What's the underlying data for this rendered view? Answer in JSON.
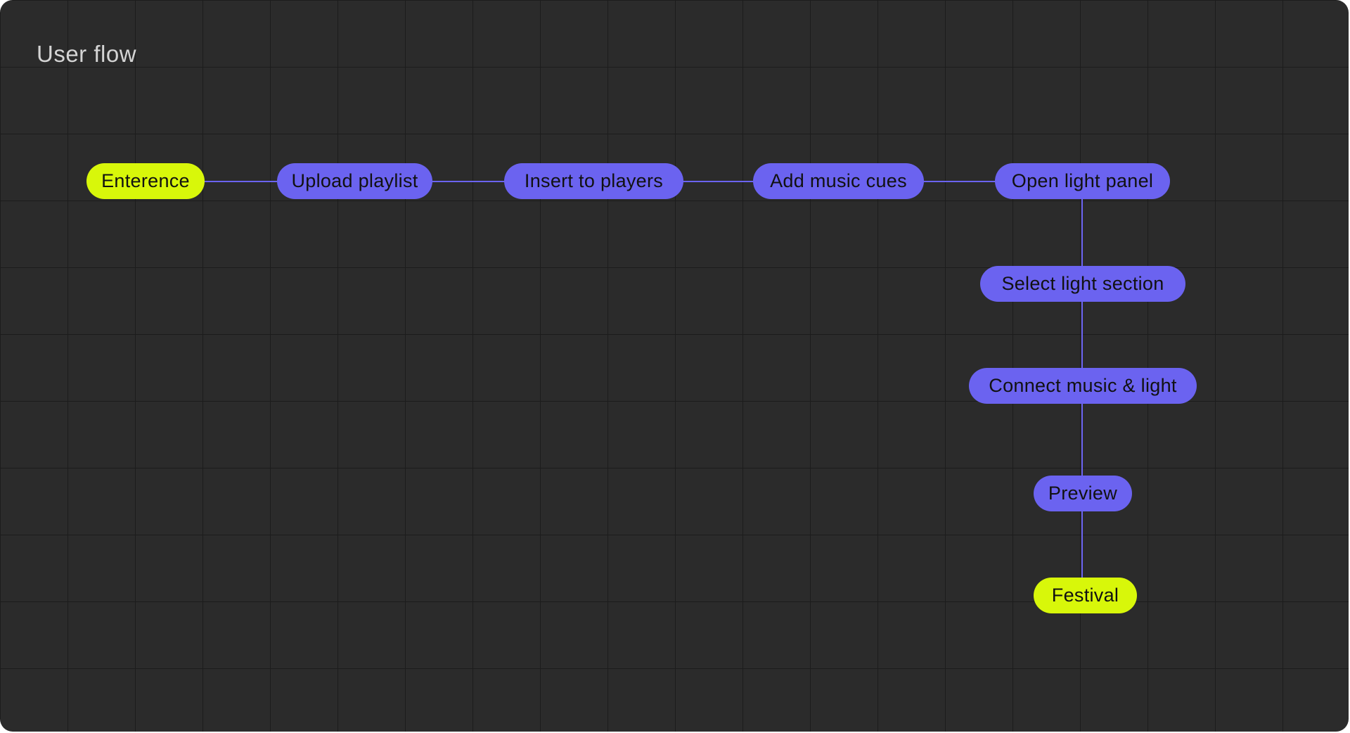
{
  "diagram": {
    "title": "User flow",
    "colors": {
      "background": "#2b2b2b",
      "grid": "#1c1c1c",
      "step_node": "#6b63f0",
      "terminal_node": "#d8f70a",
      "connector": "#6b63f0"
    },
    "nodes": [
      {
        "id": "enterence",
        "label": "Enterence",
        "kind": "terminal"
      },
      {
        "id": "upload-playlist",
        "label": "Upload playlist",
        "kind": "step"
      },
      {
        "id": "insert-to-players",
        "label": "Insert to players",
        "kind": "step"
      },
      {
        "id": "add-music-cues",
        "label": "Add music cues",
        "kind": "step"
      },
      {
        "id": "open-light-panel",
        "label": "Open light panel",
        "kind": "step"
      },
      {
        "id": "select-light-section",
        "label": "Select light section",
        "kind": "step"
      },
      {
        "id": "connect-music-light",
        "label": "Connect music & light",
        "kind": "step"
      },
      {
        "id": "preview",
        "label": "Preview",
        "kind": "step"
      },
      {
        "id": "festival",
        "label": "Festival",
        "kind": "terminal"
      }
    ],
    "edges": [
      [
        "enterence",
        "upload-playlist"
      ],
      [
        "upload-playlist",
        "insert-to-players"
      ],
      [
        "insert-to-players",
        "add-music-cues"
      ],
      [
        "add-music-cues",
        "open-light-panel"
      ],
      [
        "open-light-panel",
        "select-light-section"
      ],
      [
        "select-light-section",
        "connect-music-light"
      ],
      [
        "connect-music-light",
        "preview"
      ],
      [
        "preview",
        "festival"
      ]
    ]
  }
}
